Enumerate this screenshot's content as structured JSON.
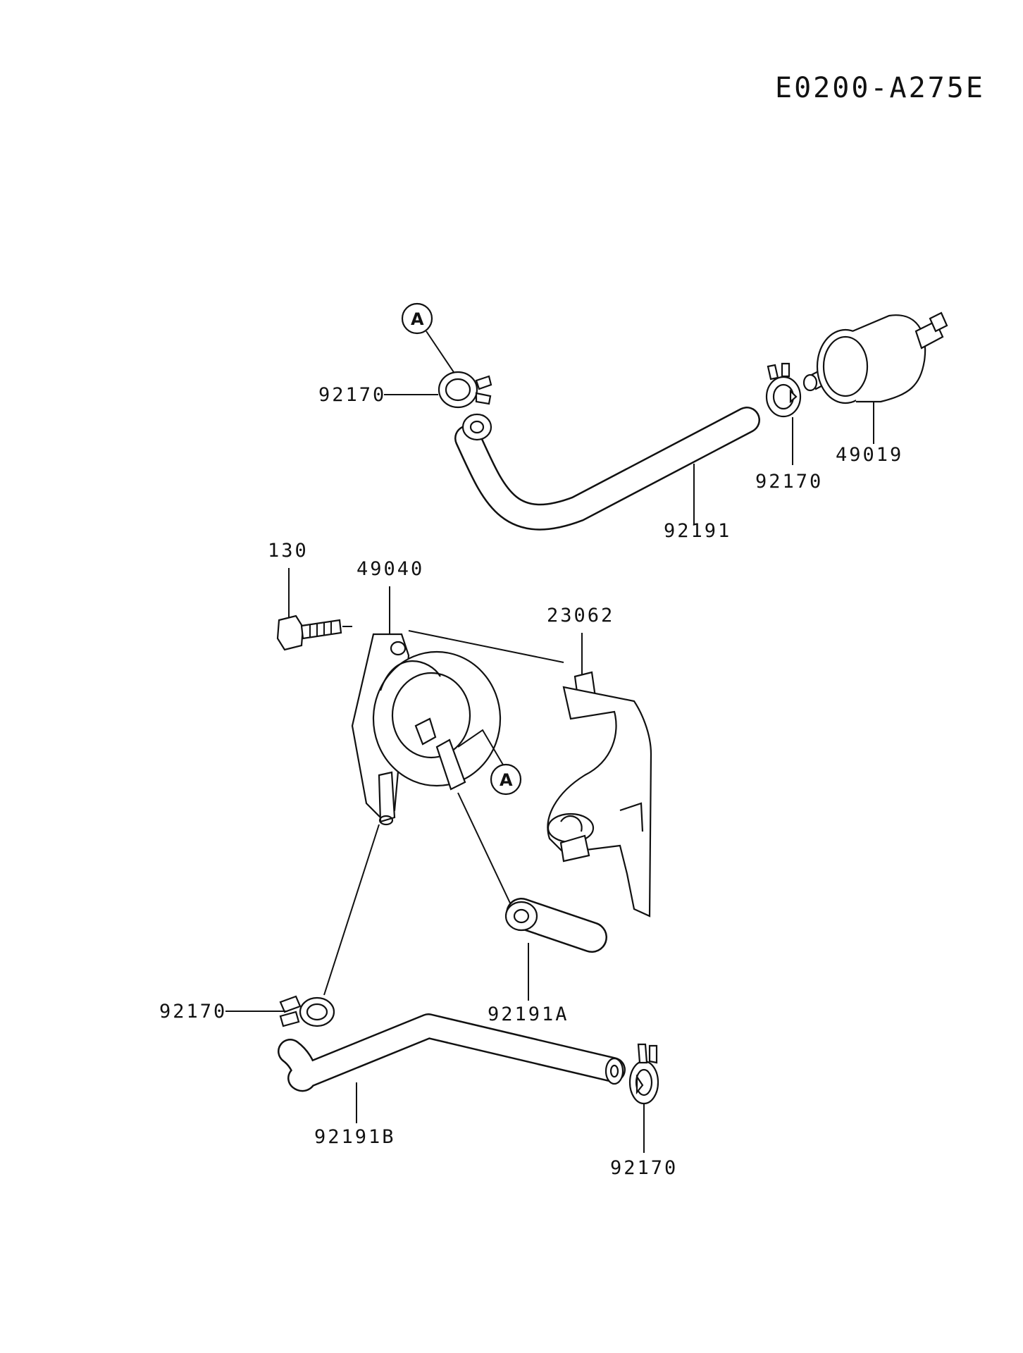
{
  "diagram_code": "E0200-A275E",
  "callout_letter": "A",
  "labels": {
    "clamp_top_left": "92170",
    "clamp_top_right": "92170",
    "fuel_filter": "49019",
    "hose_top": "92191",
    "bolt": "130",
    "fuel_pump": "49040",
    "bracket": "23062",
    "hose_a": "92191A",
    "clamp_bottom_left": "92170",
    "hose_b": "92191B",
    "clamp_bottom_right": "92170"
  }
}
